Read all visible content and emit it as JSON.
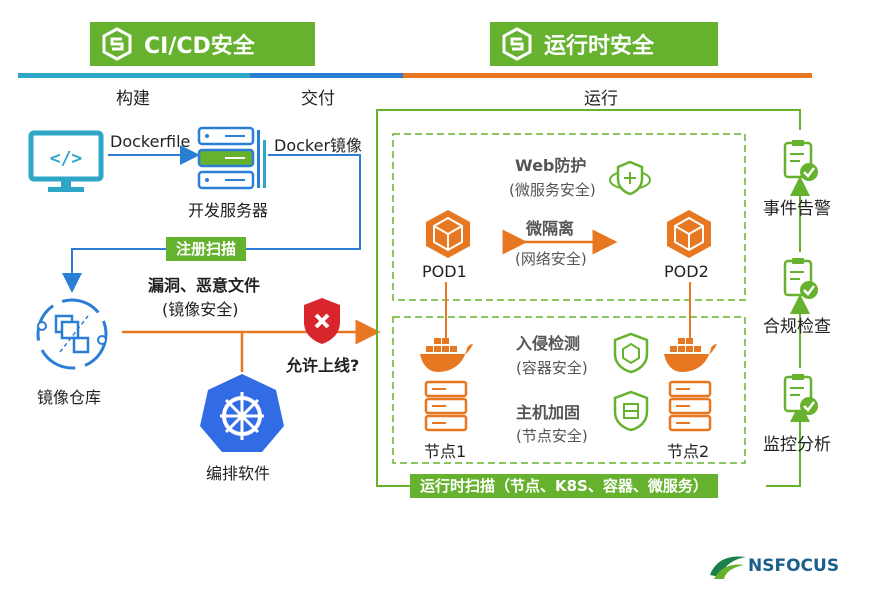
{
  "banners": {
    "cicd": "CI/CD安全",
    "runtime": "运行时安全"
  },
  "phases": {
    "build": "构建",
    "deliver": "交付",
    "run": "运行"
  },
  "build_area": {
    "dockerfile": "Dockerfile",
    "docker_image": "Docker镜像",
    "dev_server": "开发服务器",
    "register_scan": "注册扫描",
    "vuln_malware": "漏洞、恶意文件",
    "image_security": "(镜像安全)",
    "image_repo": "镜像仓库",
    "orchestration": "编排软件",
    "allow_online": "允许上线?"
  },
  "runtime_area": {
    "web_protect": "Web防护",
    "microservice_security": "(微服务安全)",
    "micro_isolation": "微隔离",
    "network_security": "(网络安全)",
    "pod1": "POD1",
    "pod2": "POD2",
    "intrusion_detect": "入侵检测",
    "container_security": "(容器安全)",
    "host_hardening": "主机加固",
    "node_security": "(节点安全)",
    "node1": "节点1",
    "node2": "节点2",
    "runtime_scan": "运行时扫描（节点、K8S、容器、微服务）"
  },
  "right_panel": {
    "event_alert": "事件告警",
    "compliance_check": "合规检查",
    "monitor_analysis": "监控分析"
  },
  "brand": {
    "logo_text": "NSFOCUS"
  },
  "colors": {
    "green": "#66b22e",
    "orange": "#e87722",
    "blue": "#2a7fd4",
    "cyan": "#2ea6c8",
    "red": "#d9262c"
  }
}
